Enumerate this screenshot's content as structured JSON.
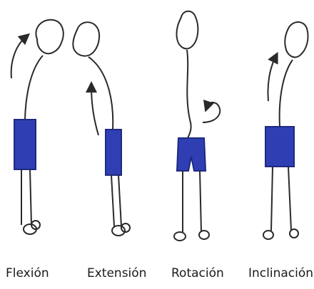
{
  "figures": [
    {
      "label": "Flexión",
      "icon": "flexion-figure"
    },
    {
      "label": "Extensión",
      "icon": "extension-figure"
    },
    {
      "label": "Rotación",
      "icon": "rotation-figure"
    },
    {
      "label": "Inclinación",
      "icon": "inclination-figure"
    }
  ],
  "colors": {
    "shorts": "#2f3fb3",
    "ink": "#2a2a2a",
    "background": "#ffffff"
  }
}
